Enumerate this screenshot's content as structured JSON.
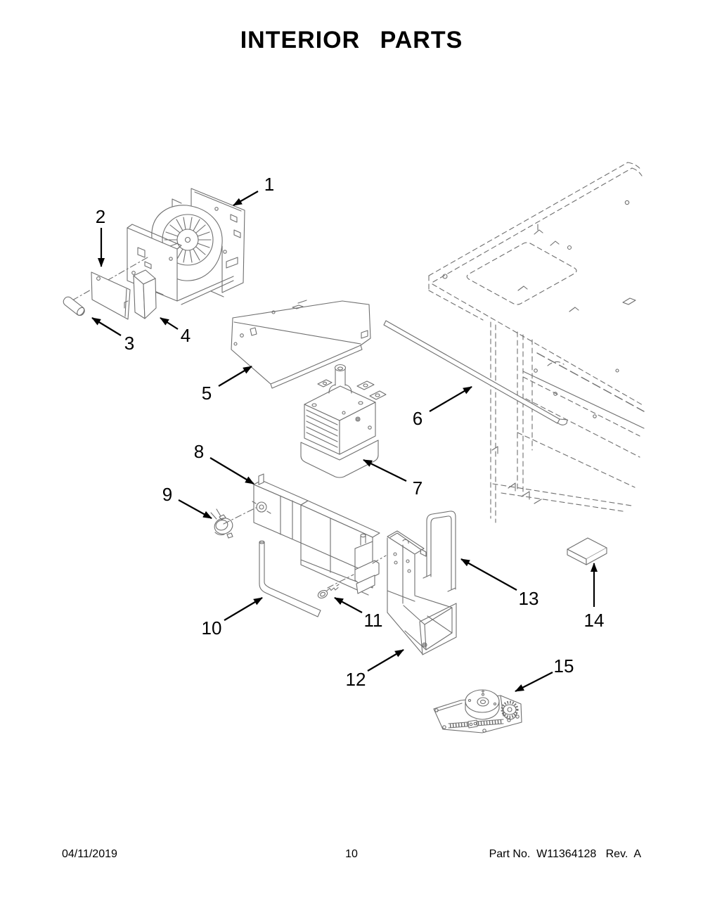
{
  "title": "INTERIOR PARTS",
  "footer": {
    "date": "04/11/2019",
    "page_number": "10",
    "part_info": "Part No.  W11364128   Rev.  A"
  },
  "colors": {
    "background": "#ffffff",
    "drawing_line": "#6f6f6f",
    "text": "#000000"
  },
  "callouts": [
    "1",
    "2",
    "3",
    "4",
    "5",
    "6",
    "7",
    "8",
    "9",
    "10",
    "11",
    "12",
    "13",
    "14",
    "15"
  ]
}
